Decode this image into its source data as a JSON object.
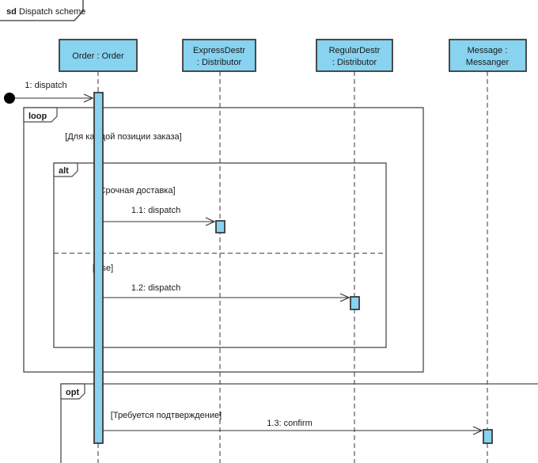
{
  "frame": {
    "keyword": "sd",
    "title": "Dispatch scheme"
  },
  "lifelines": [
    {
      "id": "order",
      "line1": "Order : Order",
      "line2": ""
    },
    {
      "id": "expressdestr",
      "line1": "ExpressDestr",
      "line2": ": Distributor"
    },
    {
      "id": "regulardestr",
      "line1": "RegularDestr",
      "line2": ": Distributor"
    },
    {
      "id": "message",
      "line1": "Message :",
      "line2": "Messanger"
    }
  ],
  "fragments": {
    "loop": {
      "operator": "loop",
      "guard": "[Для каждой позиции заказа]"
    },
    "alt": {
      "operator": "alt",
      "guard1": "[Срочная доставка]",
      "guard2": "[else]"
    },
    "opt": {
      "operator": "opt",
      "guard": "[Требуется подтверждение]"
    }
  },
  "messages": {
    "m1": "1: dispatch",
    "m1_1": "1.1: dispatch",
    "m1_2": "1.2: dispatch",
    "m1_3": "1.3: confirm"
  },
  "colors": {
    "shape_fill": "#87D3F0",
    "shape_border": "#3a3a3a",
    "line": "#333333"
  }
}
